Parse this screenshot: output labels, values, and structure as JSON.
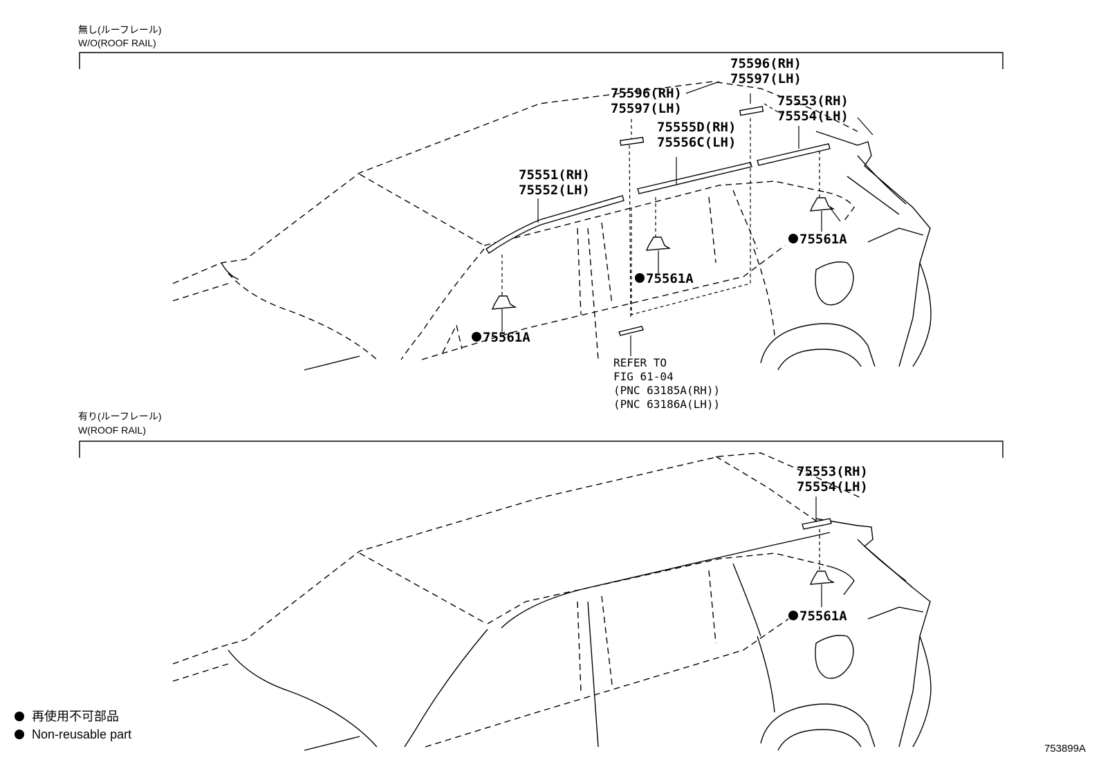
{
  "sections": [
    {
      "title_jp": "無し(ルーフレール)",
      "title_en": "W/O(ROOF RAIL)"
    },
    {
      "title_jp": "有り(ルーフレール)",
      "title_en": "W(ROOF RAIL)"
    }
  ],
  "callouts_top": {
    "c1": [
      "75596(RH)",
      "75597(LH)"
    ],
    "c2": [
      "75596(RH)",
      "75597(LH)"
    ],
    "c3": [
      "75553(RH)",
      "75554(LH)"
    ],
    "c4": [
      "75555D(RH)",
      "75556C(LH)"
    ],
    "c5": [
      "75551(RH)",
      "75552(LH)"
    ],
    "clip1": "75561A",
    "clip2": "75561A",
    "clip3": "75561A"
  },
  "refer": [
    "REFER TO",
    "FIG 61-04",
    "(PNC 63185A(RH))",
    "(PNC 63186A(LH))"
  ],
  "callouts_bottom": {
    "c1": [
      "75553(RH)",
      "75554(LH)"
    ],
    "clip1": "75561A"
  },
  "legend": {
    "jp": "再使用不可部品",
    "en": "Non-reusable part"
  },
  "figure_id": "753899A"
}
